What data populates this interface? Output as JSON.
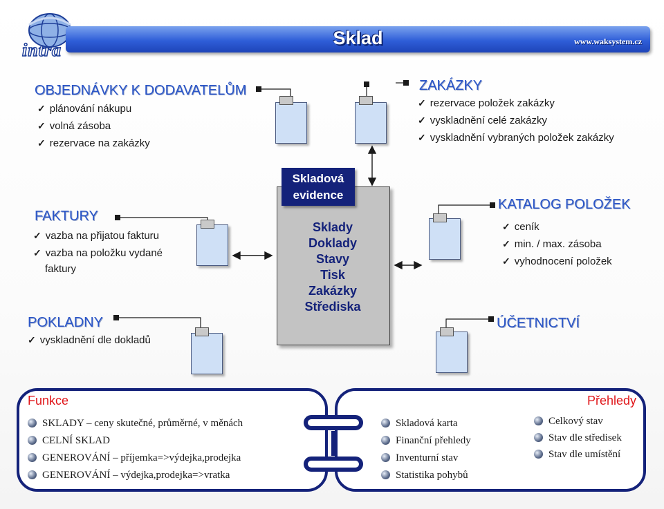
{
  "header": {
    "title": "Sklad",
    "url": "www.waksystem.cz"
  },
  "logo": {
    "text": "intra"
  },
  "objednavky": {
    "title": "OBJEDNÁVKY K DODAVATELŮM",
    "items": [
      "plánování nákupu",
      "volná zásoba",
      "rezervace na zakázky"
    ]
  },
  "zakazky": {
    "title": "ZAKÁZKY",
    "items": [
      "rezervace položek zakázky",
      "vyskladnění celé zakázky",
      "vyskladnění vybraných položek zakázky"
    ]
  },
  "faktury": {
    "title": "FAKTURY",
    "items": [
      "vazba na přijatou fakturu",
      "vazba na položku vydané",
      "faktury"
    ]
  },
  "pokladny": {
    "title": "POKLADNY",
    "items": [
      "vyskladnění dle dokladů"
    ]
  },
  "katalog": {
    "title": "KATALOG POLOŽEK",
    "items": [
      "ceník",
      "min. / max. zásoba",
      "vyhodnocení položek"
    ]
  },
  "ucetnictvi": {
    "title": "ÚČETNICTVÍ"
  },
  "center": {
    "title_line1": "Skladová",
    "title_line2": "evidence",
    "items": [
      "Sklady",
      "Doklady",
      "Stavy",
      "Tisk",
      "Zakázky",
      "Střediska"
    ]
  },
  "funkce": {
    "title": "Funkce",
    "items": [
      "SKLADY – ceny skutečné, průměrné, v měnách",
      "CELNÍ SKLAD",
      "GENEROVÁNÍ – příjemka=>výdejka,prodejka",
      "GENEROVÁNÍ – výdejka,prodejka=>vratka"
    ]
  },
  "prehledy": {
    "title": "Přehledy",
    "col1": [
      "Skladová karta",
      "Finanční přehledy",
      "Inventurní stav",
      "Statistika pohybů"
    ],
    "col2": [
      "Celkový stav",
      "Stav dle středisek",
      "Stav dle umístění"
    ]
  },
  "colors": {
    "header": "#2f5ed8",
    "heading": "#2a55c8",
    "center_title": "#14227a",
    "center_box": "#c3c3c3",
    "panel_title": "#e0161a",
    "doc_fill": "#cfe0f6"
  }
}
